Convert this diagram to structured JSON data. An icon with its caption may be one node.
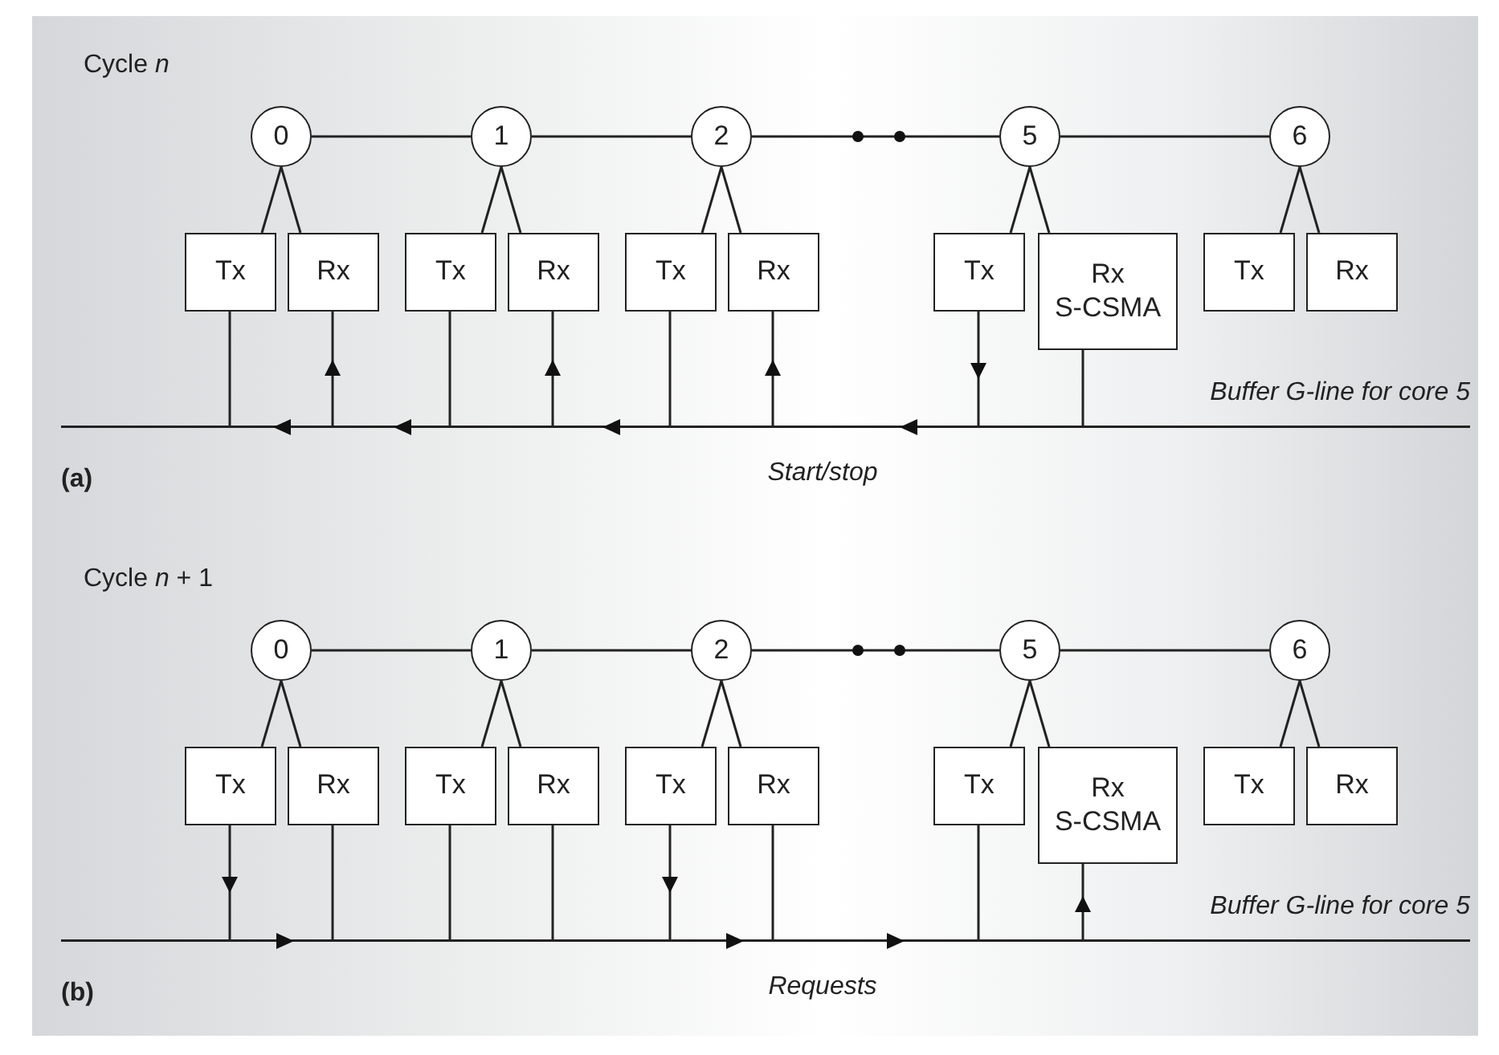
{
  "diagram": {
    "nodes": [
      {
        "text": [
          "0"
        ]
      },
      {
        "text": [
          "1"
        ]
      },
      {
        "text": [
          "2"
        ]
      },
      {
        "text": [
          "5"
        ]
      },
      {
        "text": [
          "6"
        ]
      },
      {
        "text": [
          "Tx"
        ]
      },
      {
        "text": [
          "Rx"
        ]
      },
      {
        "text": [
          "Tx"
        ]
      },
      {
        "text": [
          "Rx"
        ]
      },
      {
        "text": [
          "Tx"
        ]
      },
      {
        "text": [
          "Rx"
        ]
      },
      {
        "text": [
          "Tx"
        ]
      },
      {
        "text": [
          "Rx S-CSMA"
        ]
      },
      {
        "text": [
          "Tx"
        ]
      },
      {
        "text": [
          "Rx"
        ]
      },
      {
        "text": [],
        "shape": "bar",
        "beside": [
          "Buffer G-line for core 5",
          "Start/stop"
        ]
      },
      {
        "text": [
          "0"
        ]
      },
      {
        "text": [
          "1"
        ]
      },
      {
        "text": [
          "2"
        ]
      },
      {
        "text": [
          "5"
        ]
      },
      {
        "text": [
          "6"
        ]
      },
      {
        "text": [
          "Tx"
        ]
      },
      {
        "text": [
          "Rx"
        ]
      },
      {
        "text": [
          "Tx"
        ]
      },
      {
        "text": [
          "Rx"
        ]
      },
      {
        "text": [
          "Tx"
        ]
      },
      {
        "text": [
          "Rx"
        ]
      },
      {
        "text": [
          "Tx"
        ]
      },
      {
        "text": [
          "Rx S-CSMA"
        ]
      },
      {
        "text": [
          "Tx"
        ]
      },
      {
        "text": [
          "Rx"
        ]
      },
      {
        "text": [],
        "shape": "bar",
        "beside": [
          "Buffer G-line for core 5",
          "Requests"
        ]
      }
    ],
    "edges": [
      {
        "from": 0,
        "to": 1,
        "arrow": "none"
      },
      {
        "from": 1,
        "to": 2,
        "arrow": "none"
      },
      {
        "from": 2,
        "to": 3,
        "arrow": "none"
      },
      {
        "from": 3,
        "to": 4,
        "arrow": "none"
      },
      {
        "from": 0,
        "to": 5,
        "arrow": "none"
      },
      {
        "from": 0,
        "to": 6,
        "arrow": "none"
      },
      {
        "from": 1,
        "to": 7,
        "arrow": "none"
      },
      {
        "from": 1,
        "to": 8,
        "arrow": "none"
      },
      {
        "from": 2,
        "to": 9,
        "arrow": "none"
      },
      {
        "from": 2,
        "to": 10,
        "arrow": "none"
      },
      {
        "from": 3,
        "to": 11,
        "arrow": "none"
      },
      {
        "from": 3,
        "to": 12,
        "arrow": "none"
      },
      {
        "from": 4,
        "to": 13,
        "arrow": "none"
      },
      {
        "from": 4,
        "to": 14,
        "arrow": "none"
      },
      {
        "from": 5,
        "to": 15,
        "arrow": "none"
      },
      {
        "from": 15,
        "to": 6,
        "arrow": "to"
      },
      {
        "from": 7,
        "to": 15,
        "arrow": "none"
      },
      {
        "from": 15,
        "to": 8,
        "arrow": "to"
      },
      {
        "from": 9,
        "to": 15,
        "arrow": "none"
      },
      {
        "from": 15,
        "to": 10,
        "arrow": "to"
      },
      {
        "from": 11,
        "to": 15,
        "arrow": "to"
      },
      {
        "from": 12,
        "to": 15,
        "arrow": "none"
      },
      {
        "from": 16,
        "to": 17,
        "arrow": "none"
      },
      {
        "from": 17,
        "to": 18,
        "arrow": "none"
      },
      {
        "from": 18,
        "to": 19,
        "arrow": "none"
      },
      {
        "from": 19,
        "to": 20,
        "arrow": "none"
      },
      {
        "from": 16,
        "to": 21,
        "arrow": "none"
      },
      {
        "from": 16,
        "to": 22,
        "arrow": "none"
      },
      {
        "from": 17,
        "to": 23,
        "arrow": "none"
      },
      {
        "from": 17,
        "to": 24,
        "arrow": "none"
      },
      {
        "from": 18,
        "to": 25,
        "arrow": "none"
      },
      {
        "from": 18,
        "to": 26,
        "arrow": "none"
      },
      {
        "from": 19,
        "to": 27,
        "arrow": "none"
      },
      {
        "from": 19,
        "to": 28,
        "arrow": "none"
      },
      {
        "from": 20,
        "to": 29,
        "arrow": "none"
      },
      {
        "from": 20,
        "to": 30,
        "arrow": "none"
      },
      {
        "from": 21,
        "to": 31,
        "arrow": "to"
      },
      {
        "from": 22,
        "to": 31,
        "arrow": "none"
      },
      {
        "from": 23,
        "to": 31,
        "arrow": "none"
      },
      {
        "from": 24,
        "to": 31,
        "arrow": "none"
      },
      {
        "from": 25,
        "to": 31,
        "arrow": "to"
      },
      {
        "from": 26,
        "to": 31,
        "arrow": "none"
      },
      {
        "from": 27,
        "to": 31,
        "arrow": "none"
      },
      {
        "from": 31,
        "to": 28,
        "arrow": "to"
      }
    ],
    "labels": [
      "Cycle *n*",
      "(a)",
      "Cycle *n* + 1",
      "(b)"
    ]
  }
}
